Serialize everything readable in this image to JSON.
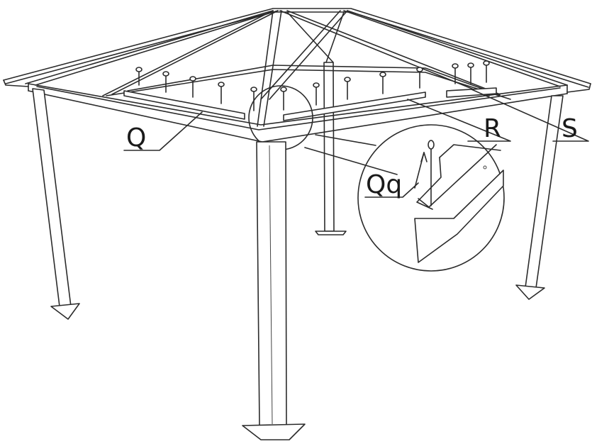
{
  "labels": {
    "q": "Q",
    "r": "R",
    "s": "S",
    "qq": "Qq"
  }
}
